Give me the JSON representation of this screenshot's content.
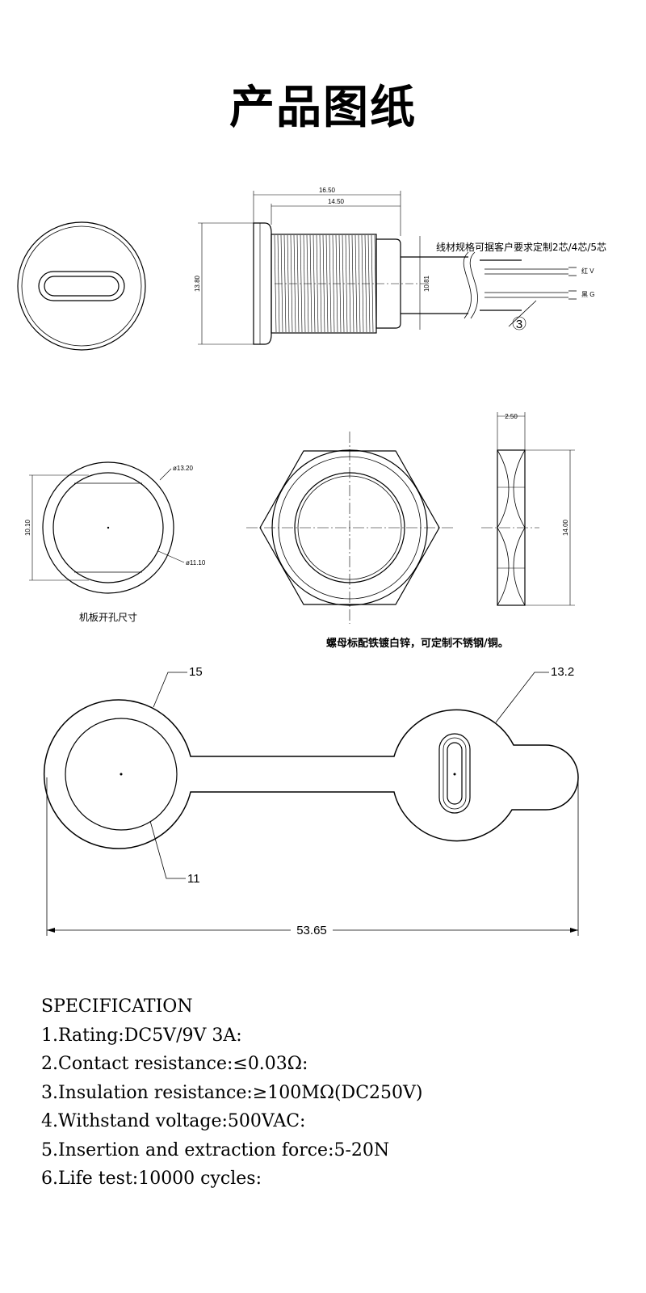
{
  "page": {
    "title": "产品图纸"
  },
  "side_view": {
    "dim_overall": "16.50",
    "dim_thread": "14.50",
    "dim_height": "13.80",
    "dim_tail": "10.81",
    "cable_note": "线材规格可据客户要求定制2芯/4芯/5芯",
    "wire_red": "红 V",
    "wire_black": "黑 G",
    "callout": "3"
  },
  "panel_cutout": {
    "dim_outer": "ø13.20",
    "dim_inner": "ø11.10",
    "dim_flat": "10.10",
    "caption": "机板开孔尺寸"
  },
  "nut": {
    "dim_thickness": "2.50",
    "dim_height": "14.00",
    "caption": "螺母标配铁镀白锌，可定制不锈钢/铜。"
  },
  "cap": {
    "dim_outer": "15",
    "dim_inner": "11",
    "dim_plug": "13.2",
    "dim_length": "53.65"
  },
  "specification": {
    "heading": "SPECIFICATION",
    "items": [
      "1.Rating:DC5V/9V 3A:",
      "2.Contact resistance:≤0.03Ω:",
      "3.Insulation resistance:≥100MΩ(DC250V)",
      "4.Withstand voltage:500VAC:",
      "5.Insertion and extraction force:5-20N",
      "6.Life test:10000 cycles:"
    ]
  }
}
